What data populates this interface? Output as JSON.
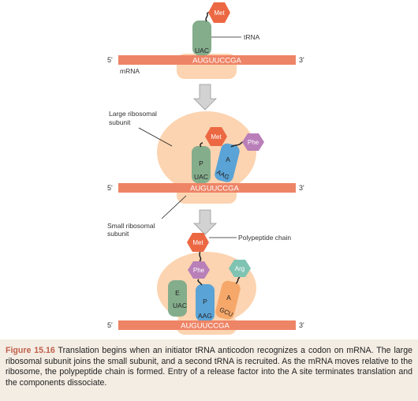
{
  "labels": {
    "met": "Met",
    "phe": "Phe",
    "arg": "Arg",
    "trna": "tRNA",
    "mrna": "mRNA",
    "five_prime": "5'",
    "three_prime": "3'",
    "codon_seq": "AUGUUCCGA",
    "uac": "UAC",
    "aag": "AAG",
    "gcu": "GCU",
    "p_site": "P",
    "a_site": "A",
    "e_site": "E",
    "large_subunit_line1": "Large ribosomal",
    "large_subunit_line2": "subunit",
    "small_subunit_line1": "Small ribosomal",
    "small_subunit_line2": "subunit",
    "polypeptide": "Polypeptide chain"
  },
  "caption": {
    "figure_label": "Figure 15.16",
    "text": " Translation begins when an initiator tRNA anticodon recognizes a codon on mRNA. The large ribosomal subunit joins the small subunit, and a second tRNA is recruited. As the mRNA moves relative to the ribosome, the polypeptide chain is formed. Entry of a release factor into the A site terminates translation and the components dissociate."
  },
  "colors": {
    "mrna_bar": "#ee8466",
    "ribosome": "#fcd4b1",
    "trna_green": "#84ad8c",
    "trna_blue": "#5aa3d6",
    "trna_orange": "#f6a86a",
    "met_hex": "#ec6843",
    "phe_hex": "#b97fb8",
    "arg_hex": "#7fc3b2",
    "arrow_fill": "#d2d2d2",
    "caption_bg": "#f4ede4",
    "caption_label": "#c0604b"
  }
}
